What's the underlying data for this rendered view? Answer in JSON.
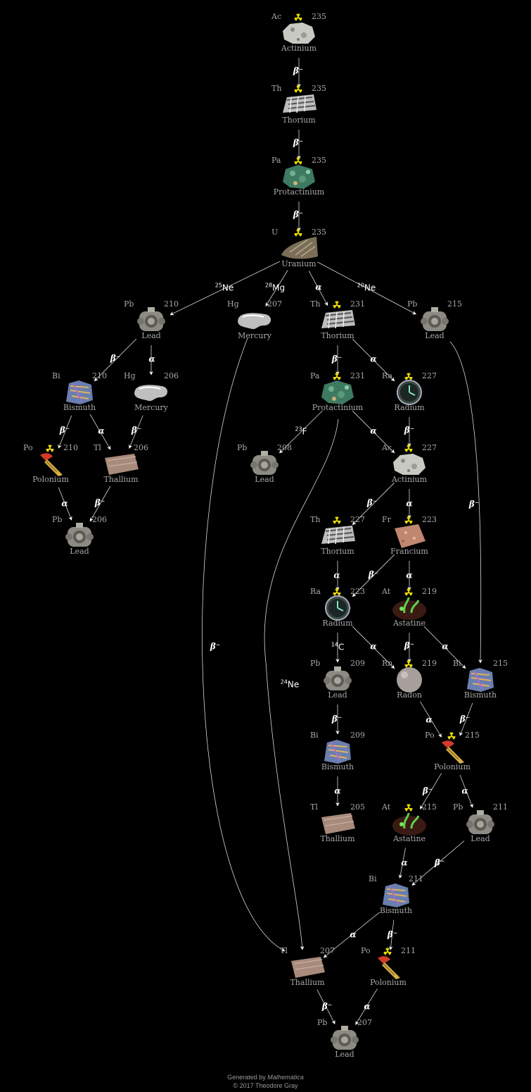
{
  "colors": {
    "background": "#000000",
    "edge": "#d8d8d8",
    "node_text": "#a8a8a8",
    "label": "#ffffff",
    "radiation": "#e6d800"
  },
  "nodes": {
    "ac235": {
      "symbol": "Ac",
      "mass": "235",
      "name": "Actinium",
      "radioactive": true,
      "icon": "actinium-rock-icon"
    },
    "th235": {
      "symbol": "Th",
      "mass": "235",
      "name": "Thorium",
      "radioactive": true,
      "icon": "thorium-metal-icon"
    },
    "pa235": {
      "symbol": "Pa",
      "mass": "235",
      "name": "Protactinium",
      "radioactive": true,
      "icon": "protactinium-mineral-icon"
    },
    "u235": {
      "symbol": "U",
      "mass": "235",
      "name": "Uranium",
      "radioactive": true,
      "icon": "uranium-metal-icon"
    },
    "pb210": {
      "symbol": "Pb",
      "mass": "210",
      "name": "Lead",
      "radioactive": false,
      "icon": "lead-cube-icon"
    },
    "hg207": {
      "symbol": "Hg",
      "mass": "207",
      "name": "Mercury",
      "radioactive": false,
      "icon": "mercury-puddle-icon"
    },
    "th231": {
      "symbol": "Th",
      "mass": "231",
      "name": "Thorium",
      "radioactive": true,
      "icon": "thorium-metal-icon"
    },
    "pb215": {
      "symbol": "Pb",
      "mass": "215",
      "name": "Lead",
      "radioactive": false,
      "icon": "lead-cube-icon"
    },
    "bi210": {
      "symbol": "Bi",
      "mass": "210",
      "name": "Bismuth",
      "radioactive": false,
      "icon": "bismuth-crystal-icon"
    },
    "hg206": {
      "symbol": "Hg",
      "mass": "206",
      "name": "Mercury",
      "radioactive": false,
      "icon": "mercury-puddle-icon"
    },
    "pa231": {
      "symbol": "Pa",
      "mass": "231",
      "name": "Protactinium",
      "radioactive": true,
      "icon": "protactinium-mineral-icon"
    },
    "ra227": {
      "symbol": "Ra",
      "mass": "227",
      "name": "Radium",
      "radioactive": true,
      "icon": "radium-watch-icon"
    },
    "po210": {
      "symbol": "Po",
      "mass": "210",
      "name": "Polonium",
      "radioactive": true,
      "icon": "polonium-brush-icon"
    },
    "tl206": {
      "symbol": "Tl",
      "mass": "206",
      "name": "Thallium",
      "radioactive": false,
      "icon": "thallium-block-icon"
    },
    "pb208": {
      "symbol": "Pb",
      "mass": "208",
      "name": "Lead",
      "radioactive": false,
      "icon": "lead-cube-icon"
    },
    "ac227": {
      "symbol": "Ac",
      "mass": "227",
      "name": "Actinium",
      "radioactive": true,
      "icon": "actinium-rock-icon"
    },
    "pb206": {
      "symbol": "Pb",
      "mass": "206",
      "name": "Lead",
      "radioactive": false,
      "icon": "lead-cube-icon"
    },
    "th227": {
      "symbol": "Th",
      "mass": "227",
      "name": "Thorium",
      "radioactive": true,
      "icon": "thorium-metal-icon"
    },
    "fr223": {
      "symbol": "Fr",
      "mass": "223",
      "name": "Francium",
      "radioactive": true,
      "icon": "francium-cube-icon"
    },
    "ra223": {
      "symbol": "Ra",
      "mass": "223",
      "name": "Radium",
      "radioactive": true,
      "icon": "radium-watch-icon"
    },
    "at219": {
      "symbol": "At",
      "mass": "219",
      "name": "Astatine",
      "radioactive": true,
      "icon": "astatine-glow-icon"
    },
    "pb209": {
      "symbol": "Pb",
      "mass": "209",
      "name": "Lead",
      "radioactive": false,
      "icon": "lead-cube-icon"
    },
    "rn219": {
      "symbol": "Rn",
      "mass": "219",
      "name": "Radon",
      "radioactive": true,
      "icon": "radon-sphere-icon"
    },
    "bi215": {
      "symbol": "Bi",
      "mass": "215",
      "name": "Bismuth",
      "radioactive": false,
      "icon": "bismuth-crystal-icon"
    },
    "bi209": {
      "symbol": "Bi",
      "mass": "209",
      "name": "Bismuth",
      "radioactive": false,
      "icon": "bismuth-crystal-icon"
    },
    "po215": {
      "symbol": "Po",
      "mass": "215",
      "name": "Polonium",
      "radioactive": true,
      "icon": "polonium-brush-icon"
    },
    "tl205": {
      "symbol": "Tl",
      "mass": "205",
      "name": "Thallium",
      "radioactive": false,
      "icon": "thallium-block-icon"
    },
    "at215": {
      "symbol": "At",
      "mass": "215",
      "name": "Astatine",
      "radioactive": true,
      "icon": "astatine-glow-icon"
    },
    "pb211": {
      "symbol": "Pb",
      "mass": "211",
      "name": "Lead",
      "radioactive": false,
      "icon": "lead-cube-icon"
    },
    "bi211": {
      "symbol": "Bi",
      "mass": "211",
      "name": "Bismuth",
      "radioactive": false,
      "icon": "bismuth-crystal-icon"
    },
    "tl207": {
      "symbol": "Tl",
      "mass": "207",
      "name": "Thallium",
      "radioactive": false,
      "icon": "thallium-block-icon"
    },
    "po211": {
      "symbol": "Po",
      "mass": "211",
      "name": "Polonium",
      "radioactive": true,
      "icon": "polonium-brush-icon"
    },
    "pb207": {
      "symbol": "Pb",
      "mass": "207",
      "name": "Lead",
      "radioactive": false,
      "icon": "lead-cube-icon"
    }
  },
  "edges": [
    {
      "from": "ac235",
      "to": "th235",
      "mode": "β⁻"
    },
    {
      "from": "th235",
      "to": "pa235",
      "mode": "β⁻"
    },
    {
      "from": "pa235",
      "to": "u235",
      "mode": "β⁻"
    },
    {
      "from": "u235",
      "to": "pb210",
      "mode": "Ne",
      "nucleon": "25"
    },
    {
      "from": "u235",
      "to": "hg207",
      "mode": "Mg",
      "nucleon": "28"
    },
    {
      "from": "u235",
      "to": "th231",
      "mode": "α"
    },
    {
      "from": "u235",
      "to": "pb215",
      "mode": "Ne",
      "nucleon": "20"
    },
    {
      "from": "pb210",
      "to": "bi210",
      "mode": "β⁻"
    },
    {
      "from": "pb210",
      "to": "hg206",
      "mode": "α"
    },
    {
      "from": "th231",
      "to": "pa231",
      "mode": "β⁻"
    },
    {
      "from": "th231",
      "to": "ra227",
      "mode": "α"
    },
    {
      "from": "bi210",
      "to": "po210",
      "mode": "β⁻"
    },
    {
      "from": "bi210",
      "to": "tl206",
      "mode": "α"
    },
    {
      "from": "hg206",
      "to": "tl206",
      "mode": "β⁻"
    },
    {
      "from": "pa231",
      "to": "pb208",
      "mode": "F",
      "nucleon": "23"
    },
    {
      "from": "pa231",
      "to": "ac227",
      "mode": "α"
    },
    {
      "from": "ra227",
      "to": "ac227",
      "mode": "β⁻"
    },
    {
      "from": "po210",
      "to": "pb206",
      "mode": "α"
    },
    {
      "from": "tl206",
      "to": "pb206",
      "mode": "β⁻"
    },
    {
      "from": "ac227",
      "to": "th227",
      "mode": "β⁻"
    },
    {
      "from": "ac227",
      "to": "fr223",
      "mode": "α"
    },
    {
      "from": "th227",
      "to": "ra223",
      "mode": "α"
    },
    {
      "from": "fr223",
      "to": "ra223",
      "mode": "β⁻"
    },
    {
      "from": "fr223",
      "to": "at219",
      "mode": "α"
    },
    {
      "from": "ra223",
      "to": "pb209",
      "mode": "C",
      "nucleon": "14"
    },
    {
      "from": "ra223",
      "to": "rn219",
      "mode": "α"
    },
    {
      "from": "at219",
      "to": "rn219",
      "mode": "β⁻"
    },
    {
      "from": "at219",
      "to": "bi215",
      "mode": "α"
    },
    {
      "from": "pb215",
      "to": "bi215",
      "mode": "β⁻"
    },
    {
      "from": "pb209",
      "to": "bi209",
      "mode": "β⁻"
    },
    {
      "from": "rn219",
      "to": "po215",
      "mode": "α"
    },
    {
      "from": "bi215",
      "to": "po215",
      "mode": "β⁻"
    },
    {
      "from": "bi209",
      "to": "tl205",
      "mode": "α"
    },
    {
      "from": "po215",
      "to": "at215",
      "mode": "β⁻"
    },
    {
      "from": "po215",
      "to": "pb211",
      "mode": "α"
    },
    {
      "from": "at215",
      "to": "bi211",
      "mode": "α"
    },
    {
      "from": "pb211",
      "to": "bi211",
      "mode": "β⁻"
    },
    {
      "from": "bi211",
      "to": "tl207",
      "mode": "α"
    },
    {
      "from": "bi211",
      "to": "po211",
      "mode": "β⁻"
    },
    {
      "from": "hg207",
      "to": "tl207",
      "mode": "β⁻"
    },
    {
      "from": "pa231",
      "to": "tl207",
      "mode": "Ne",
      "nucleon": "24"
    },
    {
      "from": "tl207",
      "to": "pb207",
      "mode": "β⁻"
    },
    {
      "from": "po211",
      "to": "pb207",
      "mode": "α"
    }
  ],
  "credit": {
    "prefix": "Generated by ",
    "software": "Mathematica",
    "copyright": "© 2017 Theodore Gray"
  }
}
